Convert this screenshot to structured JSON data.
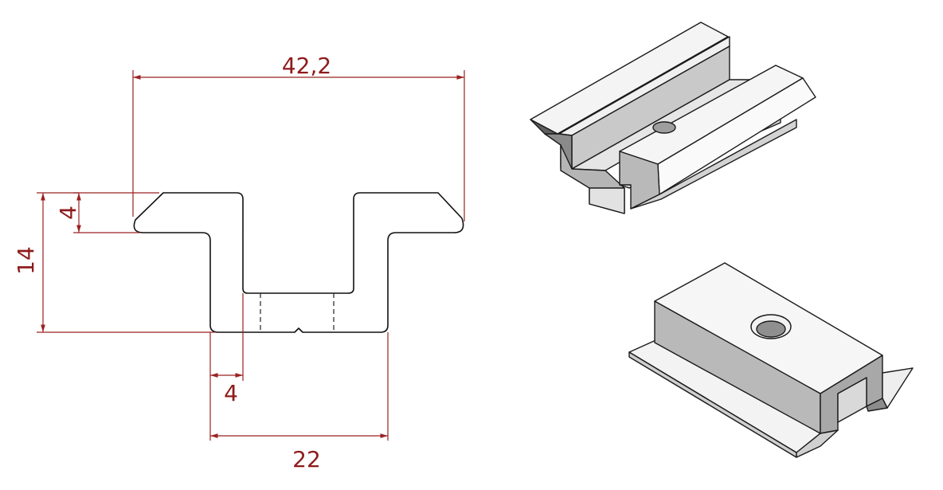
{
  "dimensions": {
    "overall_width": "42,2",
    "top_thickness": "4",
    "total_height": "14",
    "wall_thickness": "4",
    "base_width": "22"
  },
  "colors": {
    "dimension": "#8e1b1b",
    "face_top": "#f2f2f2",
    "face_side": "#cfcfcf",
    "face_dark": "#a9a9a9"
  }
}
